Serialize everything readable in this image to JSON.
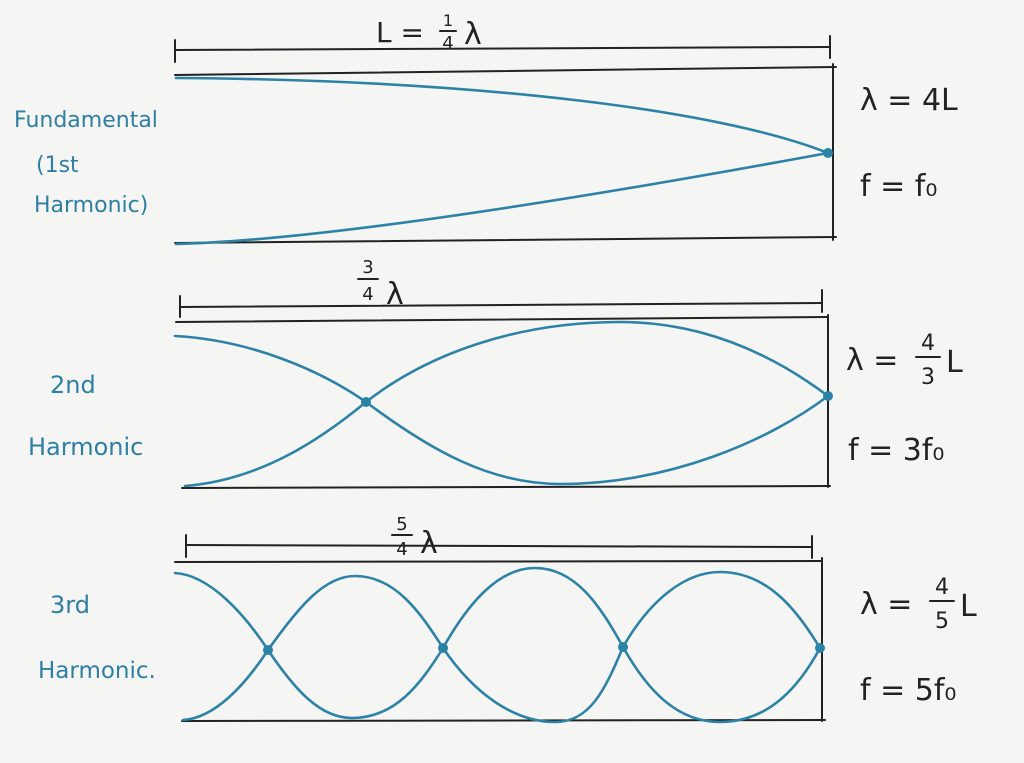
{
  "colors": {
    "paper": "#f5f5f3",
    "ink": "#222222",
    "wave": "#2c83a6",
    "label": "#2e7fa3"
  },
  "panels": [
    {
      "length_label": {
        "prefix": "L =",
        "numerator": "1",
        "denominator": "4",
        "symbol": "λ"
      },
      "name_lines": [
        "Fundamental",
        "(1st",
        "Harmonic)"
      ],
      "wavelength": {
        "text": "λ = 4L"
      },
      "frequency": "f = f₀"
    },
    {
      "length_label": {
        "numerator": "3",
        "denominator": "4",
        "symbol": "λ"
      },
      "name_lines": [
        "2nd",
        "Harmonic"
      ],
      "wavelength": {
        "prefix": "λ =",
        "numerator": "4",
        "denominator": "3",
        "symbol": "L"
      },
      "frequency": "f = 3f₀"
    },
    {
      "length_label": {
        "numerator": "5",
        "denominator": "4",
        "symbol": "λ"
      },
      "name_lines": [
        "3rd",
        "Harmonic."
      ],
      "wavelength": {
        "prefix": "λ =",
        "numerator": "4",
        "denominator": "5",
        "symbol": "L"
      },
      "frequency": "f = 5f₀"
    }
  ]
}
